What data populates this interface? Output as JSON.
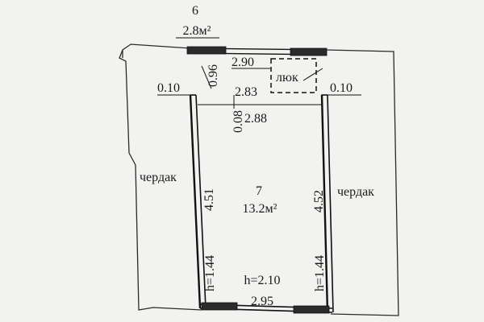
{
  "rooms": [
    {
      "number": "6",
      "area": "2.8м²"
    },
    {
      "number": "7",
      "area": "13.2м²",
      "height": "h=2.10"
    }
  ],
  "attic_left": "чердак",
  "attic_right": "чердак",
  "hatch": "люк",
  "dimensions": {
    "top_outer": "2.90",
    "top_inner": "2.83",
    "inner_width": "2.88",
    "bottom_width": "2.95",
    "left_wall_offset": "0.10",
    "right_wall_offset": "0.10",
    "top_gap": "0.96",
    "top_step": "0.08",
    "left_length": "4.51",
    "right_length": "4.52",
    "left_height": "h=1.44",
    "right_height": "h=1.44"
  }
}
